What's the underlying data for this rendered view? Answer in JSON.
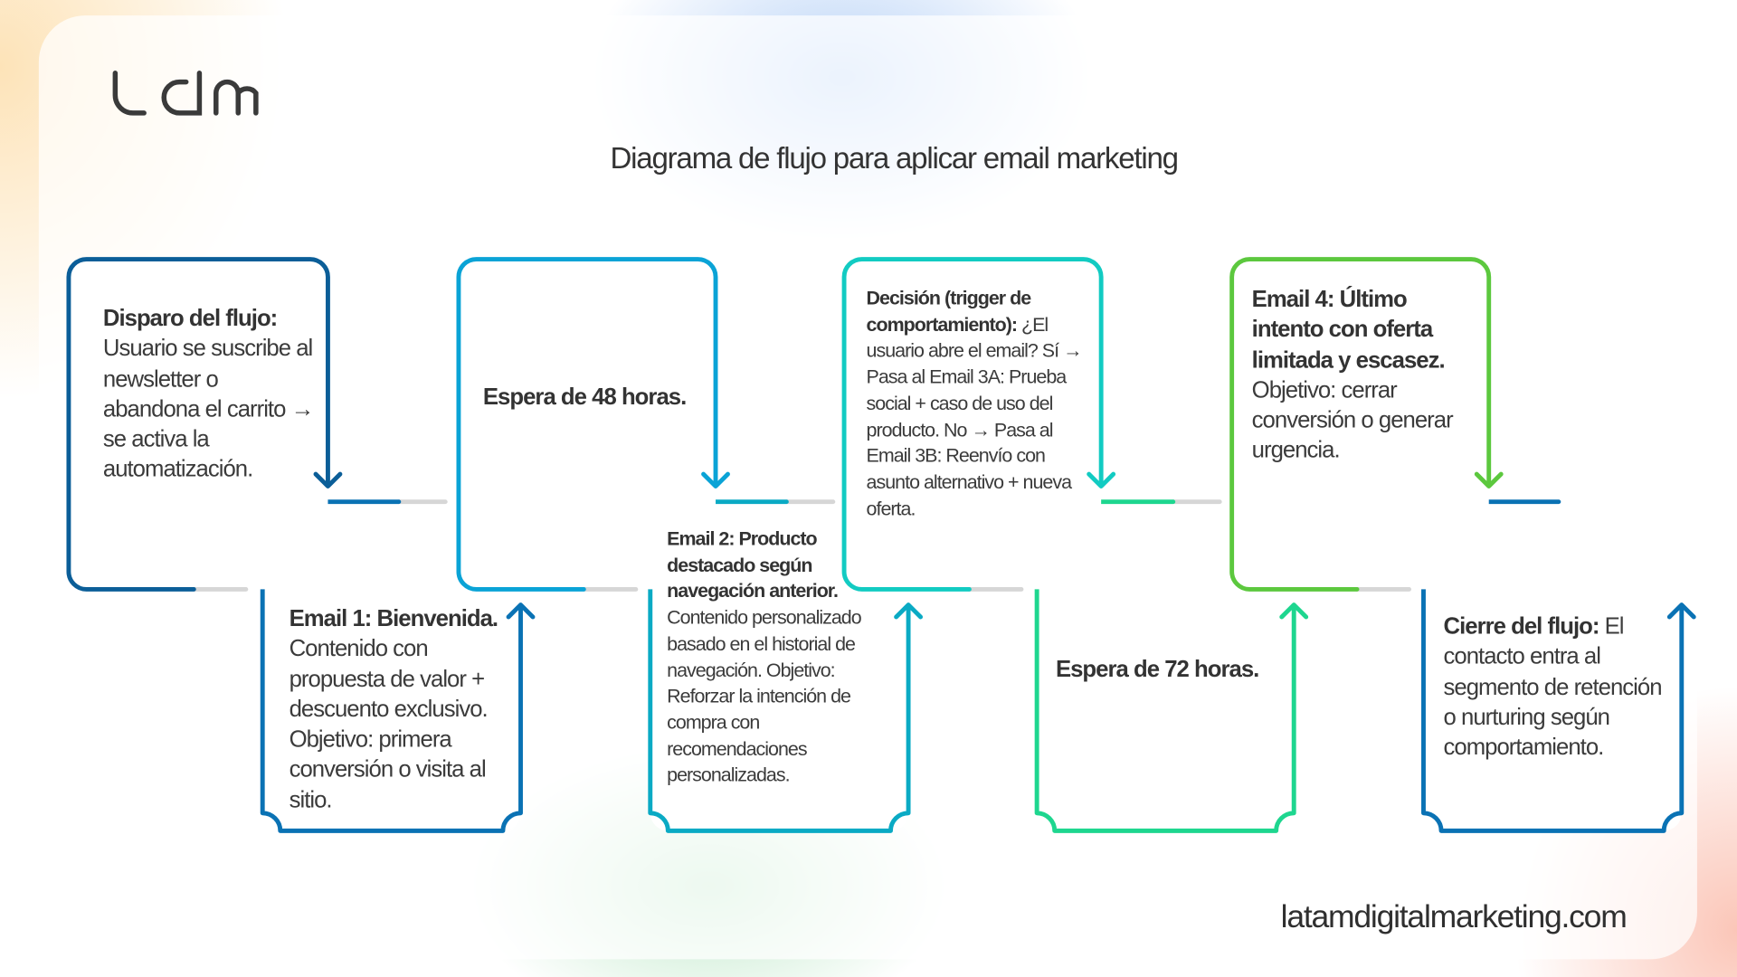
{
  "logo": {
    "text": "ldm"
  },
  "title": "Diagrama de flujo para aplicar email marketing",
  "footer": "latamdigitalmarketing.com",
  "colors": {
    "step1": "#0b5e98",
    "step2": "#0a72b4",
    "step3": "#0aa3d6",
    "step4": "#0aaac4",
    "step5": "#12cbc2",
    "step6": "#1ed68f",
    "step7": "#5cc83e",
    "step8": "#0a72b4",
    "connector": "#d6d6d6"
  },
  "steps": [
    {
      "bold": "Disparo del flujo:",
      "text": " Usuario se suscribe al newsletter o abandona el carrito → se activa la automatización."
    },
    {
      "bold": "Email 1: Bienvenida.",
      "text": " Contenido con propuesta de valor + descuento exclusivo. Objetivo: primera conversión o visita al sitio."
    },
    {
      "bold": "Espera de 48 horas.",
      "text": ""
    },
    {
      "bold": "Email 2: Producto destacado según navegación anterior.",
      "text": " Contenido personalizado basado en el historial de navegación. Objetivo: Reforzar la intención de compra con recomendaciones personalizadas."
    },
    {
      "bold": "Decisión (trigger de comportamiento):",
      "text": " ¿El usuario abre el email? Sí → Pasa al Email 3A: Prueba social + caso de uso del producto. No → Pasa al Email 3B: Reenvío con asunto alternativo + nueva oferta."
    },
    {
      "bold": "Espera de 72 horas.",
      "text": ""
    },
    {
      "bold": "Email 4: Último intento con oferta limitada y escasez.",
      "text": " Objetivo: cerrar conversión o generar urgencia."
    },
    {
      "bold": "Cierre del flujo:",
      "text": " El contacto entra al segmento de retención o nurturing según comportamiento."
    }
  ]
}
